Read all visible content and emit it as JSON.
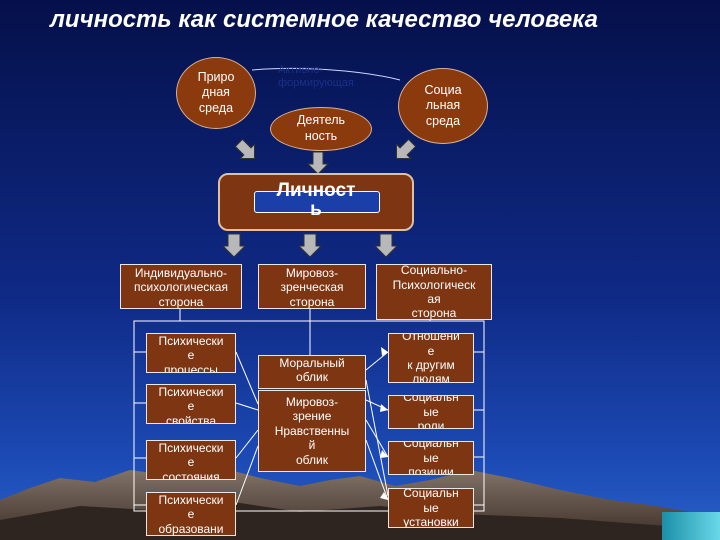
{
  "title": "личность как системное качество человека",
  "top_nodes": {
    "natural": "Приро\nдная\nсреда",
    "activity": "Деятель\nность",
    "social": "Социа\nльная\nсреда"
  },
  "ghost_label": "Активно-\n  формирующая",
  "center": "Личност\nь",
  "sides": {
    "individual": "Индивидуально-\nпсихологическая\nсторона",
    "worldview": "Мировоз-\nзренческая\nсторона",
    "social": "Социально-\nПсихологическ\nая\nсторона"
  },
  "left_items": [
    "Психически\nе\nпроцессы",
    "Психически\nе\nсвойства",
    "Психически\nе\nсостояния",
    "Психически\nе\nобразовани\nя"
  ],
  "center_items": {
    "moral": "Моральный\nоблик",
    "worldview": "Мировоз-\nзрение\nНравственны\nй\nоблик"
  },
  "right_items": [
    "Отношени\nе\nк другим\nлюдям",
    "Социальн\nые\nроли",
    "Социальн\nые\nпозиции",
    "Социальн\nые\nустановки"
  ],
  "colors": {
    "sky_top": "#05104a",
    "sky_mid": "#163a9c",
    "box_fill": "#7e3512",
    "oval_fill": "#8b3a0e",
    "inner_blue": "#1a3fa8",
    "connector": "#ffffff"
  },
  "icons": [
    "arrow-down-icon",
    "arrow-diagonal-icon"
  ]
}
